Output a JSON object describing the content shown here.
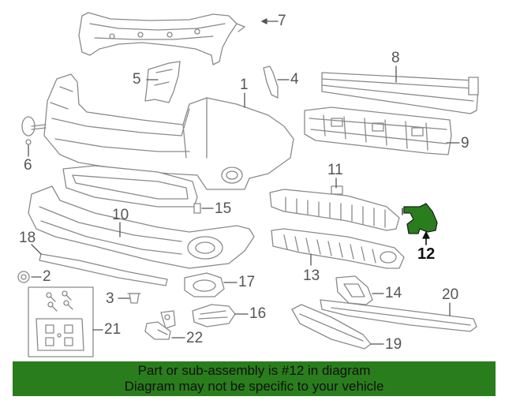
{
  "colors": {
    "outline": "#8a8a8a",
    "part_fill": "#ffffff",
    "highlight_fill": "#2a7d1c",
    "banner_bg": "#2a7d1c",
    "banner_text": "#111111"
  },
  "highlighted_part": "12",
  "callouts": {
    "c1": "1",
    "c2": "2",
    "c3": "3",
    "c4": "4",
    "c5": "5",
    "c6": "6",
    "c7": "7",
    "c8": "8",
    "c9": "9",
    "c10": "10",
    "c11": "11",
    "c12": "12",
    "c13": "13",
    "c14": "14",
    "c15": "15",
    "c16": "16",
    "c17": "17",
    "c18": "18",
    "c19": "19",
    "c20": "20",
    "c21": "21",
    "c22": "22"
  },
  "banner": {
    "line1": "Part or sub-assembly is #12 in diagram",
    "line2": "Diagram may not be specific to your vehicle"
  }
}
